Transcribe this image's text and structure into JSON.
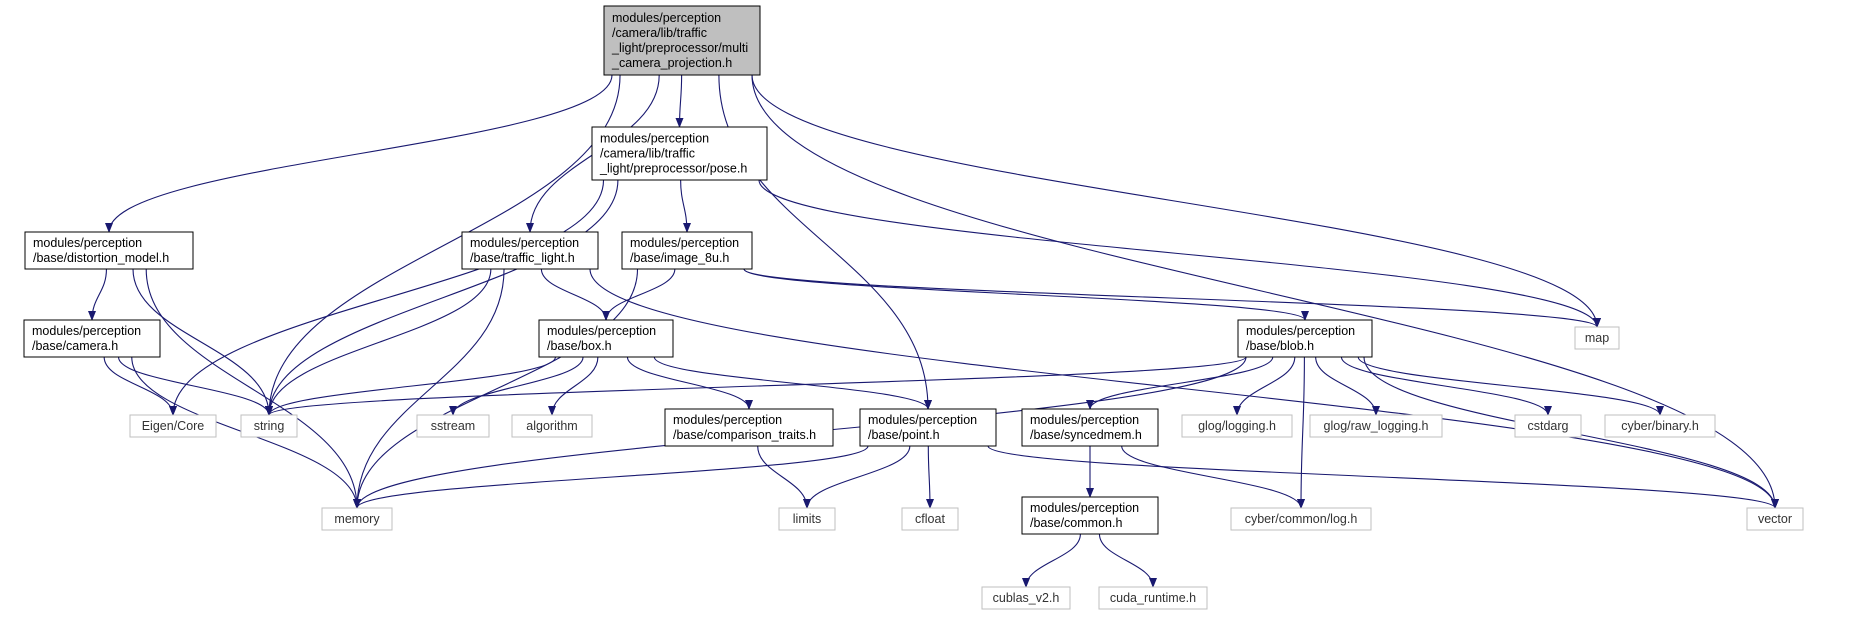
{
  "colors": {
    "edge": "#191970",
    "root_fill": "#bfbfbf",
    "node_border": "#000000",
    "external_border": "#bfbfbf",
    "background": "#ffffff"
  },
  "nodes": [
    {
      "id": "root",
      "kind": "root",
      "lines": [
        "modules/perception",
        "/camera/lib/traffic",
        "_light/preprocessor/multi",
        "_camera_projection.h"
      ]
    },
    {
      "id": "pose",
      "kind": "internal",
      "lines": [
        "modules/perception",
        "/camera/lib/traffic",
        "_light/preprocessor/pose.h"
      ]
    },
    {
      "id": "distortion",
      "kind": "internal",
      "lines": [
        "modules/perception",
        "/base/distortion_model.h"
      ]
    },
    {
      "id": "traffic",
      "kind": "internal",
      "lines": [
        "modules/perception",
        "/base/traffic_light.h"
      ]
    },
    {
      "id": "image8u",
      "kind": "internal",
      "lines": [
        "modules/perception",
        "/base/image_8u.h"
      ]
    },
    {
      "id": "camera",
      "kind": "internal",
      "lines": [
        "modules/perception",
        "/base/camera.h"
      ]
    },
    {
      "id": "box",
      "kind": "internal",
      "lines": [
        "modules/perception",
        "/base/box.h"
      ]
    },
    {
      "id": "blob",
      "kind": "internal",
      "lines": [
        "modules/perception",
        "/base/blob.h"
      ]
    },
    {
      "id": "map",
      "kind": "external",
      "lines": [
        "map"
      ]
    },
    {
      "id": "eigen",
      "kind": "external",
      "lines": [
        "Eigen/Core"
      ]
    },
    {
      "id": "string",
      "kind": "external",
      "lines": [
        "string"
      ]
    },
    {
      "id": "sstream",
      "kind": "external",
      "lines": [
        "sstream"
      ]
    },
    {
      "id": "algorithm",
      "kind": "external",
      "lines": [
        "algorithm"
      ]
    },
    {
      "id": "comparison",
      "kind": "internal",
      "lines": [
        "modules/perception",
        "/base/comparison_traits.h"
      ]
    },
    {
      "id": "point",
      "kind": "internal",
      "lines": [
        "modules/perception",
        "/base/point.h"
      ]
    },
    {
      "id": "syncedmem",
      "kind": "internal",
      "lines": [
        "modules/perception",
        "/base/syncedmem.h"
      ]
    },
    {
      "id": "glog_logging",
      "kind": "external",
      "lines": [
        "glog/logging.h"
      ]
    },
    {
      "id": "glog_raw",
      "kind": "external",
      "lines": [
        "glog/raw_logging.h"
      ]
    },
    {
      "id": "cstdarg",
      "kind": "external",
      "lines": [
        "cstdarg"
      ]
    },
    {
      "id": "cyber_binary",
      "kind": "external",
      "lines": [
        "cyber/binary.h"
      ]
    },
    {
      "id": "memory",
      "kind": "external",
      "lines": [
        "memory"
      ]
    },
    {
      "id": "limits",
      "kind": "external",
      "lines": [
        "limits"
      ]
    },
    {
      "id": "cfloat",
      "kind": "external",
      "lines": [
        "cfloat"
      ]
    },
    {
      "id": "common",
      "kind": "internal",
      "lines": [
        "modules/perception",
        "/base/common.h"
      ]
    },
    {
      "id": "cyber_log",
      "kind": "external",
      "lines": [
        "cyber/common/log.h"
      ]
    },
    {
      "id": "vector",
      "kind": "external",
      "lines": [
        "vector"
      ]
    },
    {
      "id": "cublas",
      "kind": "external",
      "lines": [
        "cublas_v2.h"
      ]
    },
    {
      "id": "cuda_runtime",
      "kind": "external",
      "lines": [
        "cuda_runtime.h"
      ]
    }
  ],
  "edges": [
    [
      "root",
      "pose"
    ],
    [
      "root",
      "distortion"
    ],
    [
      "root",
      "string"
    ],
    [
      "root",
      "traffic"
    ],
    [
      "root",
      "point"
    ],
    [
      "root",
      "map"
    ],
    [
      "root",
      "vector"
    ],
    [
      "pose",
      "eigen"
    ],
    [
      "pose",
      "string"
    ],
    [
      "pose",
      "image8u"
    ],
    [
      "pose",
      "map"
    ],
    [
      "distortion",
      "camera"
    ],
    [
      "distortion",
      "string"
    ],
    [
      "distortion",
      "memory"
    ],
    [
      "traffic",
      "box"
    ],
    [
      "traffic",
      "string"
    ],
    [
      "traffic",
      "memory"
    ],
    [
      "traffic",
      "vector"
    ],
    [
      "image8u",
      "box"
    ],
    [
      "image8u",
      "memory"
    ],
    [
      "image8u",
      "blob"
    ],
    [
      "image8u",
      "map"
    ],
    [
      "camera",
      "eigen"
    ],
    [
      "camera",
      "string"
    ],
    [
      "camera",
      "memory"
    ],
    [
      "box",
      "string"
    ],
    [
      "box",
      "sstream"
    ],
    [
      "box",
      "algorithm"
    ],
    [
      "box",
      "comparison"
    ],
    [
      "box",
      "point"
    ],
    [
      "blob",
      "string"
    ],
    [
      "blob",
      "memory"
    ],
    [
      "blob",
      "syncedmem"
    ],
    [
      "blob",
      "glog_logging"
    ],
    [
      "blob",
      "glog_raw"
    ],
    [
      "blob",
      "cstdarg"
    ],
    [
      "blob",
      "cyber_binary"
    ],
    [
      "blob",
      "cyber_log"
    ],
    [
      "blob",
      "vector"
    ],
    [
      "comparison",
      "limits"
    ],
    [
      "point",
      "memory"
    ],
    [
      "point",
      "limits"
    ],
    [
      "point",
      "cfloat"
    ],
    [
      "point",
      "vector"
    ],
    [
      "syncedmem",
      "common"
    ],
    [
      "syncedmem",
      "cyber_log"
    ],
    [
      "common",
      "cublas"
    ],
    [
      "common",
      "cuda_runtime"
    ]
  ]
}
